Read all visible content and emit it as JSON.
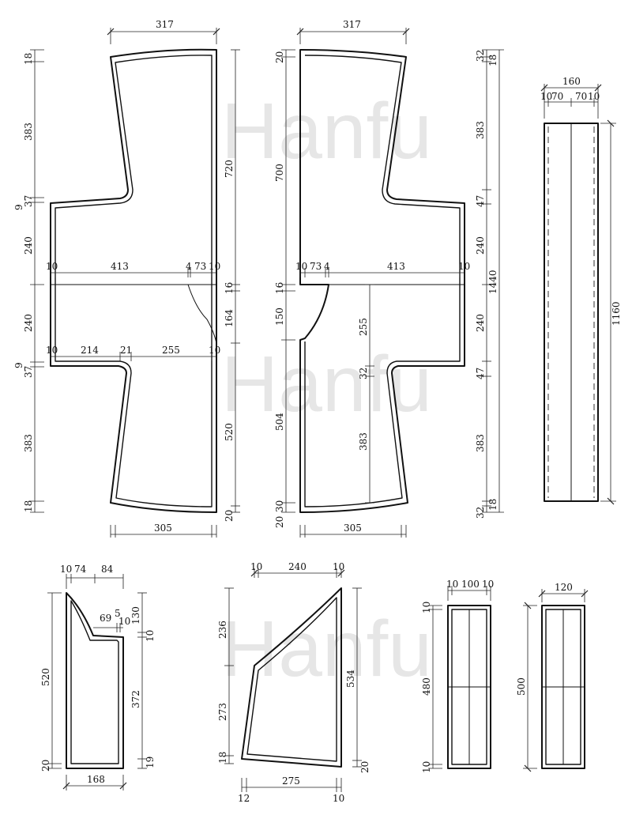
{
  "watermark": "Hanfu",
  "colors": {
    "line": "#111111",
    "watermark": "#e6e6e6",
    "background": "#ffffff"
  },
  "labels": {
    "l317": "317",
    "r317": "317",
    "l18a": "18",
    "l383a": "383",
    "l9a": "9",
    "l37a": "37",
    "l240a": "240",
    "l240b": "240",
    "l9b": "9",
    "l37b": "37",
    "l383b": "383",
    "l18b": "18",
    "l720": "720",
    "l16": "16",
    "l164": "164",
    "l520": "520",
    "l20": "20",
    "l10a": "10",
    "l413": "413",
    "l4": "4",
    "l73": "73",
    "l10b": "10",
    "l10c": "10",
    "l214": "214",
    "l21": "21",
    "l255": "255",
    "l10d": "10",
    "l305": "305",
    "r20a": "20",
    "r700": "700",
    "r16": "16",
    "r150": "150",
    "r504": "504",
    "r20b": "20",
    "r30": "30",
    "r10a": "10",
    "r73": "73",
    "r4": "4",
    "r413": "413",
    "r10b": "10",
    "r255": "255",
    "r32": "32",
    "r383": "383",
    "r305": "305",
    "f32a": "32",
    "f18a": "18",
    "f383a": "383",
    "f47a": "47",
    "f240a": "240",
    "f1440": "1440",
    "f240b": "240",
    "f47b": "47",
    "f383b": "383",
    "f18b": "18",
    "f32b": "32",
    "c160": "160",
    "c10a": "10",
    "c70a": "70",
    "c70b": "70",
    "c10b": "10",
    "c1160": "1160",
    "p10": "10",
    "p74": "74",
    "p84": "84",
    "p69": "69",
    "p5": "5",
    "p10b": "10",
    "p130": "130",
    "p10c": "10",
    "p520": "520",
    "p372": "372",
    "p20": "20",
    "p19": "19",
    "p168": "168",
    "g10a": "10",
    "g240": "240",
    "g10b": "10",
    "g236": "236",
    "g534": "534",
    "g273": "273",
    "g18": "18",
    "g20": "20",
    "g12": "12",
    "g275": "275",
    "g10c": "10",
    "b10a": "10",
    "b100": "100",
    "b10b": "10",
    "b10c": "10",
    "b480": "480",
    "b10d": "10",
    "b120": "120",
    "b500": "500"
  }
}
